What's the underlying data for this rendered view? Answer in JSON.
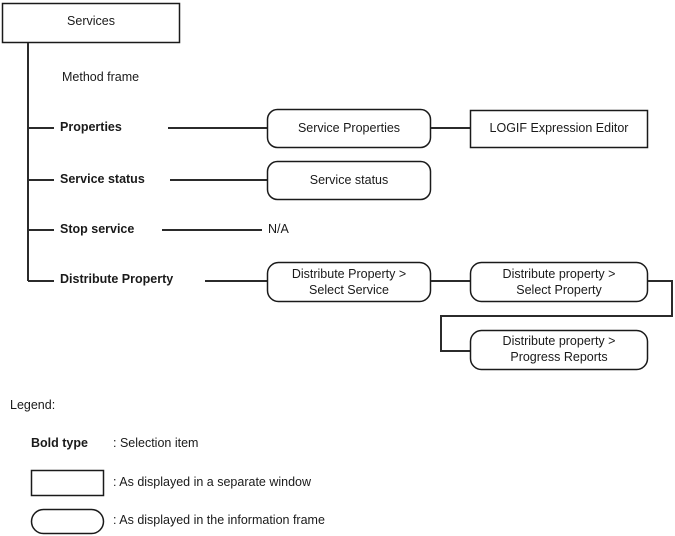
{
  "diagram": {
    "title": "Services",
    "method_frame_note": "Method frame",
    "root": {
      "label": "Services",
      "shape": "rectangle"
    },
    "branches": [
      {
        "label": "Properties",
        "style": "bold",
        "targets": [
          {
            "label": "Service Properties",
            "shape": "rounded",
            "meaning": "information-frame"
          },
          {
            "label": "LOGIF Expression Editor",
            "shape": "rectangle",
            "meaning": "separate-window"
          }
        ]
      },
      {
        "label": "Service status",
        "style": "bold",
        "targets": [
          {
            "label": "Service status",
            "shape": "rounded",
            "meaning": "information-frame"
          }
        ]
      },
      {
        "label": "Stop service",
        "style": "bold",
        "targets": [
          {
            "label": "N/A",
            "shape": "none",
            "meaning": "not-applicable"
          }
        ]
      },
      {
        "label": "Distribute Property",
        "style": "bold",
        "targets": [
          {
            "label_line1": "Distribute Property >",
            "label_line2": "Select Service",
            "shape": "rounded",
            "meaning": "information-frame"
          },
          {
            "label_line1": "Distribute property >",
            "label_line2": "Select Property",
            "shape": "rounded",
            "meaning": "information-frame"
          },
          {
            "label_line1": "Distribute property >",
            "label_line2": "Progress Reports",
            "shape": "rounded",
            "meaning": "information-frame"
          }
        ]
      }
    ]
  },
  "legend": {
    "title": "Legend:",
    "entries": [
      {
        "key": "Bold type",
        "key_style": "bold",
        "description": ": Selection item"
      },
      {
        "key_shape": "rectangle",
        "description": ": As displayed in a separate window"
      },
      {
        "key_shape": "rounded",
        "description": ": As displayed in the information frame"
      }
    ]
  },
  "colors": {
    "background": "#ffffff",
    "line": "#2b2b2b",
    "shape_stroke": "#1a1a1a",
    "text": "#1a1a1a"
  }
}
